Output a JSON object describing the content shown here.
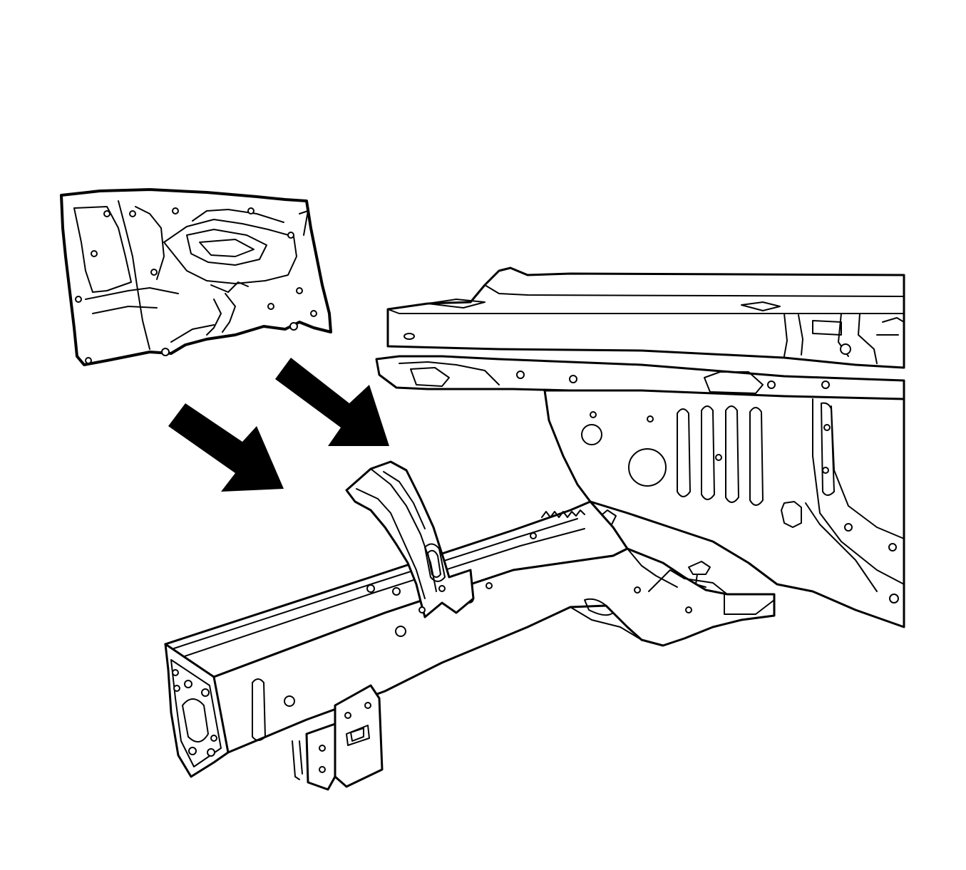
{
  "diagram": {
    "parts": [
      "insulator-panel",
      "upper-rail-and-dash-assembly",
      "front-frame-rail"
    ],
    "arrows": 2,
    "colors": {
      "line": "#000000",
      "background": "#ffffff",
      "panel_fill": "#d9d9d9",
      "stipple": "#000000"
    }
  }
}
